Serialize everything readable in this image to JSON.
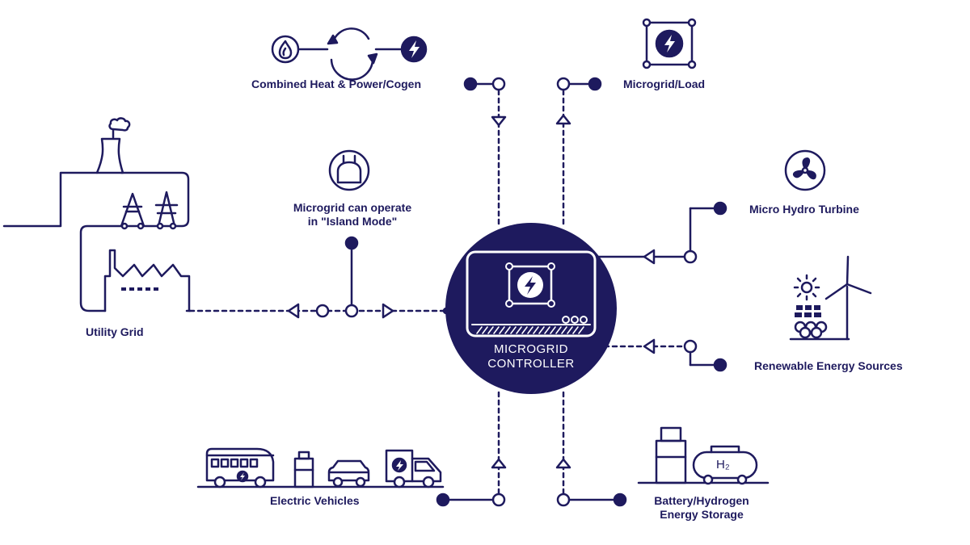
{
  "colors": {
    "ink": "#1e1a5e",
    "background": "#ffffff",
    "controller_text": "#ffffff"
  },
  "controller": {
    "line1": "MICROGRID",
    "line2": "CONTROLLER"
  },
  "labels": {
    "chp": "Combined Heat & Power/Cogen",
    "microgrid_load": "Microgrid/Load",
    "island_line1": "Microgrid can operate",
    "island_line2": "in \"Island Mode\"",
    "micro_hydro": "Micro Hydro Turbine",
    "utility_grid": "Utility Grid",
    "renewable": "Renewable Energy Sources",
    "electric_vehicles": "Electric Vehicles",
    "storage_line1": "Battery/Hydrogen",
    "storage_line2": "Energy Storage",
    "h2": "H₂"
  },
  "icons": [
    "flame-icon",
    "cycle-arrows-icon",
    "lightning-icon",
    "load-frame-icon",
    "power-plug-icon",
    "fan-turbine-icon",
    "power-plant-icon",
    "transmission-tower-icon",
    "factory-icon",
    "solar-panel-icon",
    "wind-turbine-icon",
    "sun-icon",
    "bus-icon",
    "car-icon",
    "truck-icon",
    "battery-icon",
    "hydrogen-tank-icon"
  ]
}
